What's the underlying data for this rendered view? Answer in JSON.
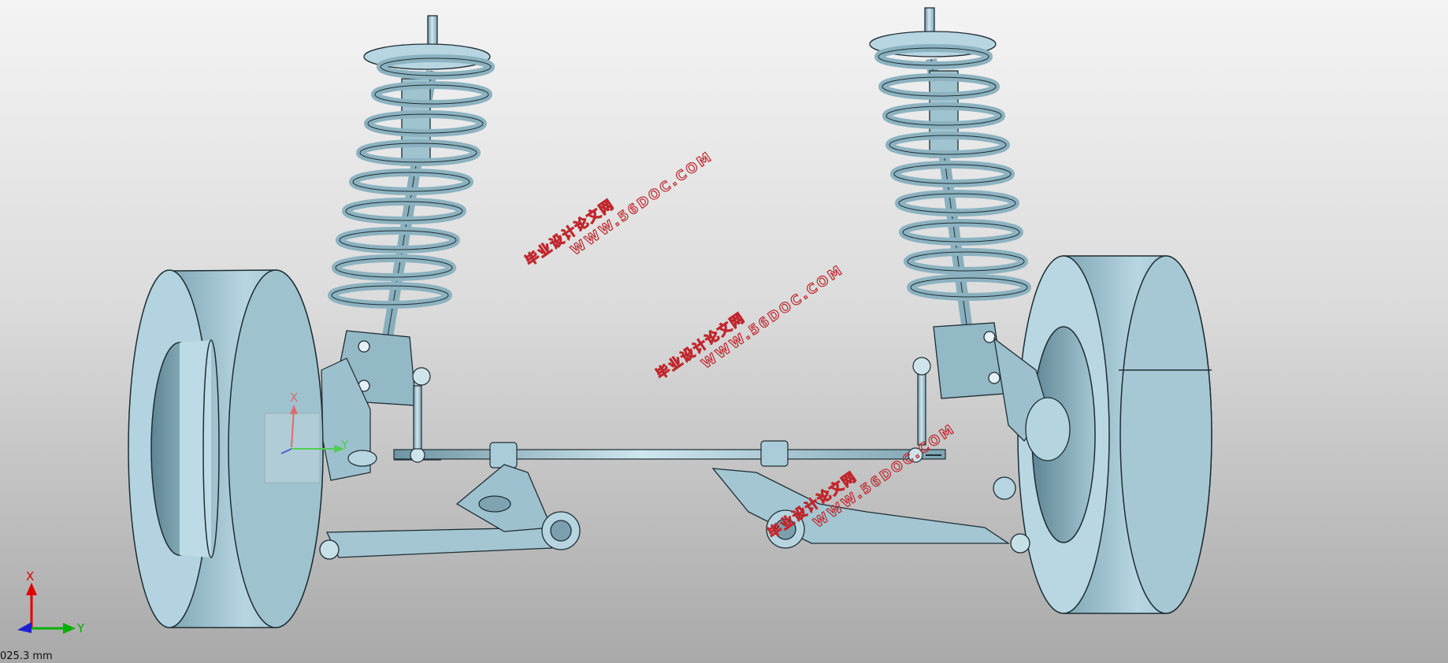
{
  "viewport": {
    "scale_readout": "025.3 mm",
    "background_top": "#f4f4f4",
    "background_bottom": "#a9a9a9",
    "part_color": "#a9ccd8"
  },
  "triad_bottom": {
    "x_label": "X",
    "y_label": "Y",
    "x_color": "#e00000",
    "y_color": "#00b000",
    "z_color": "#2020d0"
  },
  "triad_center": {
    "x_label": "X",
    "y_label": "Y"
  },
  "watermarks": [
    {
      "cn": "毕业设计论文网",
      "url": "WWW.56DOC.COM"
    },
    {
      "cn": "毕业设计论文网",
      "url": "WWW.56DOC.COM"
    },
    {
      "cn": "毕业设计论文网",
      "url": "WWW.56DOC.COM"
    }
  ]
}
